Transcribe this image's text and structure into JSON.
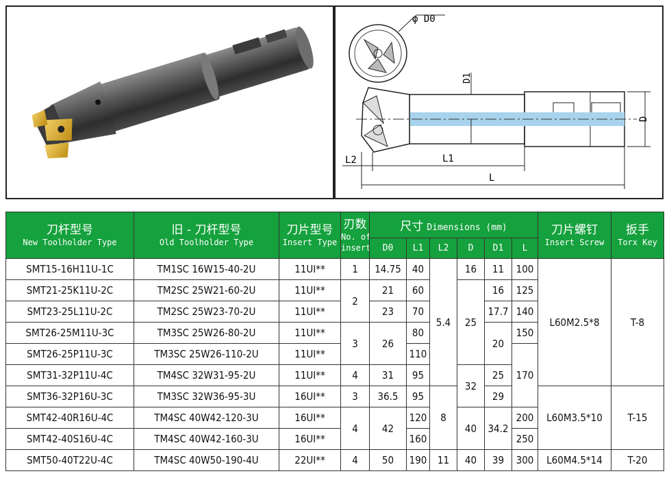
{
  "drawing": {
    "labels": {
      "d0": "φ D0",
      "d1": "D1",
      "d": "D",
      "l": "L",
      "l1": "L1",
      "l2": "L2"
    }
  },
  "table": {
    "headers": {
      "new_type_cn": "刀杆型号",
      "new_type_en": "New Toolholder Type",
      "old_type_cn": "旧 - 刀杆型号",
      "old_type_en": "Old Toolholder Type",
      "insert_cn": "刀片型号",
      "insert_en": "Insert Type",
      "count_cn": "刃数",
      "count_en1": "No. of",
      "count_en2": "insert",
      "dims_cn": "尺寸",
      "dims_en": "Dimensions (mm)",
      "screw_cn": "刀片螺钉",
      "screw_en": "Insert Screw",
      "key_cn": "扳手",
      "key_en": "Torx Key",
      "d0": "D0",
      "l1": "L1",
      "l2": "L2",
      "d": "D",
      "d1": "D1",
      "l": "L"
    },
    "rows": [
      {
        "new": "SMT15-16H11U-1C",
        "old": "TM1SC 16W15-40-2U",
        "insert": "11UI**",
        "n": "1",
        "d0": "14.75",
        "l1": "40",
        "l2": "5.4",
        "d": "16",
        "d1": "11",
        "l": "100",
        "screw": "L60M2.5*8",
        "key": "T-8"
      },
      {
        "new": "SMT21-25K11U-2C",
        "old": "TM2SC 25W21-60-2U",
        "insert": "11UI**",
        "n": "2",
        "d0": "21",
        "l1": "60",
        "d": "25",
        "d1": "16",
        "l": "125"
      },
      {
        "new": "SMT23-25L11U-2C",
        "old": "TM2SC 25W23-70-2U",
        "insert": "11UI**",
        "d0": "23",
        "l1": "70",
        "d1": "17.7",
        "l": "140"
      },
      {
        "new": "SMT26-25M11U-3C",
        "old": "TM3SC 25W26-80-2U",
        "insert": "11UI**",
        "n": "3",
        "d0": "26",
        "l1": "80",
        "d1": "20",
        "l": "150"
      },
      {
        "new": "SMT26-25P11U-3C",
        "old": "TM3SC 25W26-110-2U",
        "insert": "11UI**",
        "l1": "110",
        "l": "170"
      },
      {
        "new": "SMT31-32P11U-4C",
        "old": "TM4SC 32W31-95-2U",
        "insert": "11UI**",
        "n": "4",
        "d0": "31",
        "l1": "95",
        "d": "32",
        "d1": "25"
      },
      {
        "new": "SMT36-32P16U-3C",
        "old": "TM3SC 32W36-95-3U",
        "insert": "16UI**",
        "n": "3",
        "d0": "36.5",
        "l1": "95",
        "l2": "8",
        "d1": "29",
        "screw": "L60M3.5*10",
        "key": "T-15"
      },
      {
        "new": "SMT42-40R16U-4C",
        "old": "TM4SC 40W42-120-3U",
        "insert": "16UI**",
        "n": "4",
        "d0": "42",
        "l1": "120",
        "d": "40",
        "d1": "34.2",
        "l": "200"
      },
      {
        "new": "SMT42-40S16U-4C",
        "old": "TM4SC 40W42-160-3U",
        "insert": "16UI**",
        "l1": "160",
        "l": "250"
      },
      {
        "new": "SMT50-40T22U-4C",
        "old": "TM4SC 40W50-190-4U",
        "insert": "22UI**",
        "n": "4",
        "d0": "50",
        "l1": "190",
        "l2": "11",
        "d": "40",
        "d1": "39",
        "l": "300",
        "screw": "L60M4.5*14",
        "key": "T-20"
      }
    ]
  }
}
